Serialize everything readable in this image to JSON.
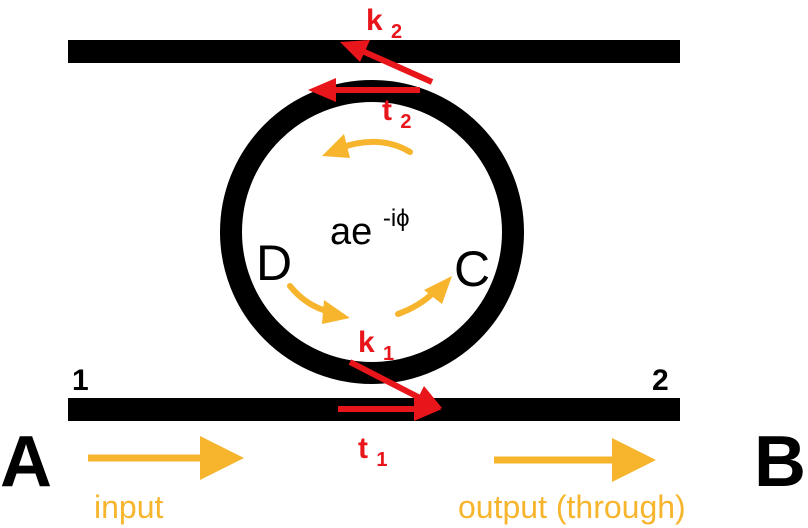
{
  "labels": {
    "port_a": "A",
    "port_b": "B",
    "port_c": "C",
    "port_d": "D",
    "port_1": "1",
    "port_2": "2",
    "k1": "k",
    "k1_sub": "1",
    "k2": "k",
    "k2_sub": "2",
    "t1": "t",
    "t1_sub": "1",
    "t2": "t",
    "t2_sub": "2",
    "ring_base": "ae",
    "ring_exp": "-iϕ",
    "input": "input",
    "output": "output (through)"
  },
  "colors": {
    "waveguide": "#000000",
    "coupling": "#e8151b",
    "flow": "#f7b52e"
  }
}
